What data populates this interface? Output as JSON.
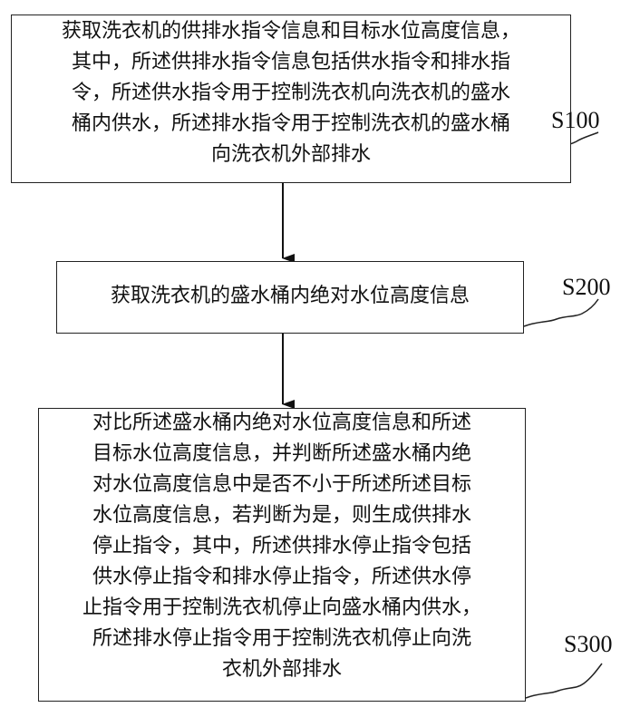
{
  "steps": [
    {
      "id": "S100",
      "label": "S100",
      "lines": [
        "获取洗衣机的供排水指令信息和目标水位高度信息，",
        "其中，所述供排水指令信息包括供水指令和排水指",
        "令，所述供水指令用于控制洗衣机向洗衣机的盛水",
        "桶内供水，所述排水指令用于控制洗衣机的盛水桶",
        "向洗衣机外部排水"
      ]
    },
    {
      "id": "S200",
      "label": "S200",
      "lines": [
        "获取洗衣机的盛水桶内绝对水位高度信息"
      ]
    },
    {
      "id": "S300",
      "label": "S300",
      "lines": [
        "对比所述盛水桶内绝对水位高度信息和所述",
        "目标水位高度信息，并判断所述盛水桶内绝",
        "对水位高度信息中是否不小于所述所述目标",
        "水位高度信息，若判断为是，则生成供排水",
        "停止指令，其中，所述供排水停止指令包括",
        "供水停止指令和排水停止指令，所述供水停",
        "止指令用于控制洗衣机停止向盛水桶内供水，",
        "所述排水停止指令用于控制洗衣机停止向洗",
        "衣机外部排水"
      ]
    }
  ]
}
